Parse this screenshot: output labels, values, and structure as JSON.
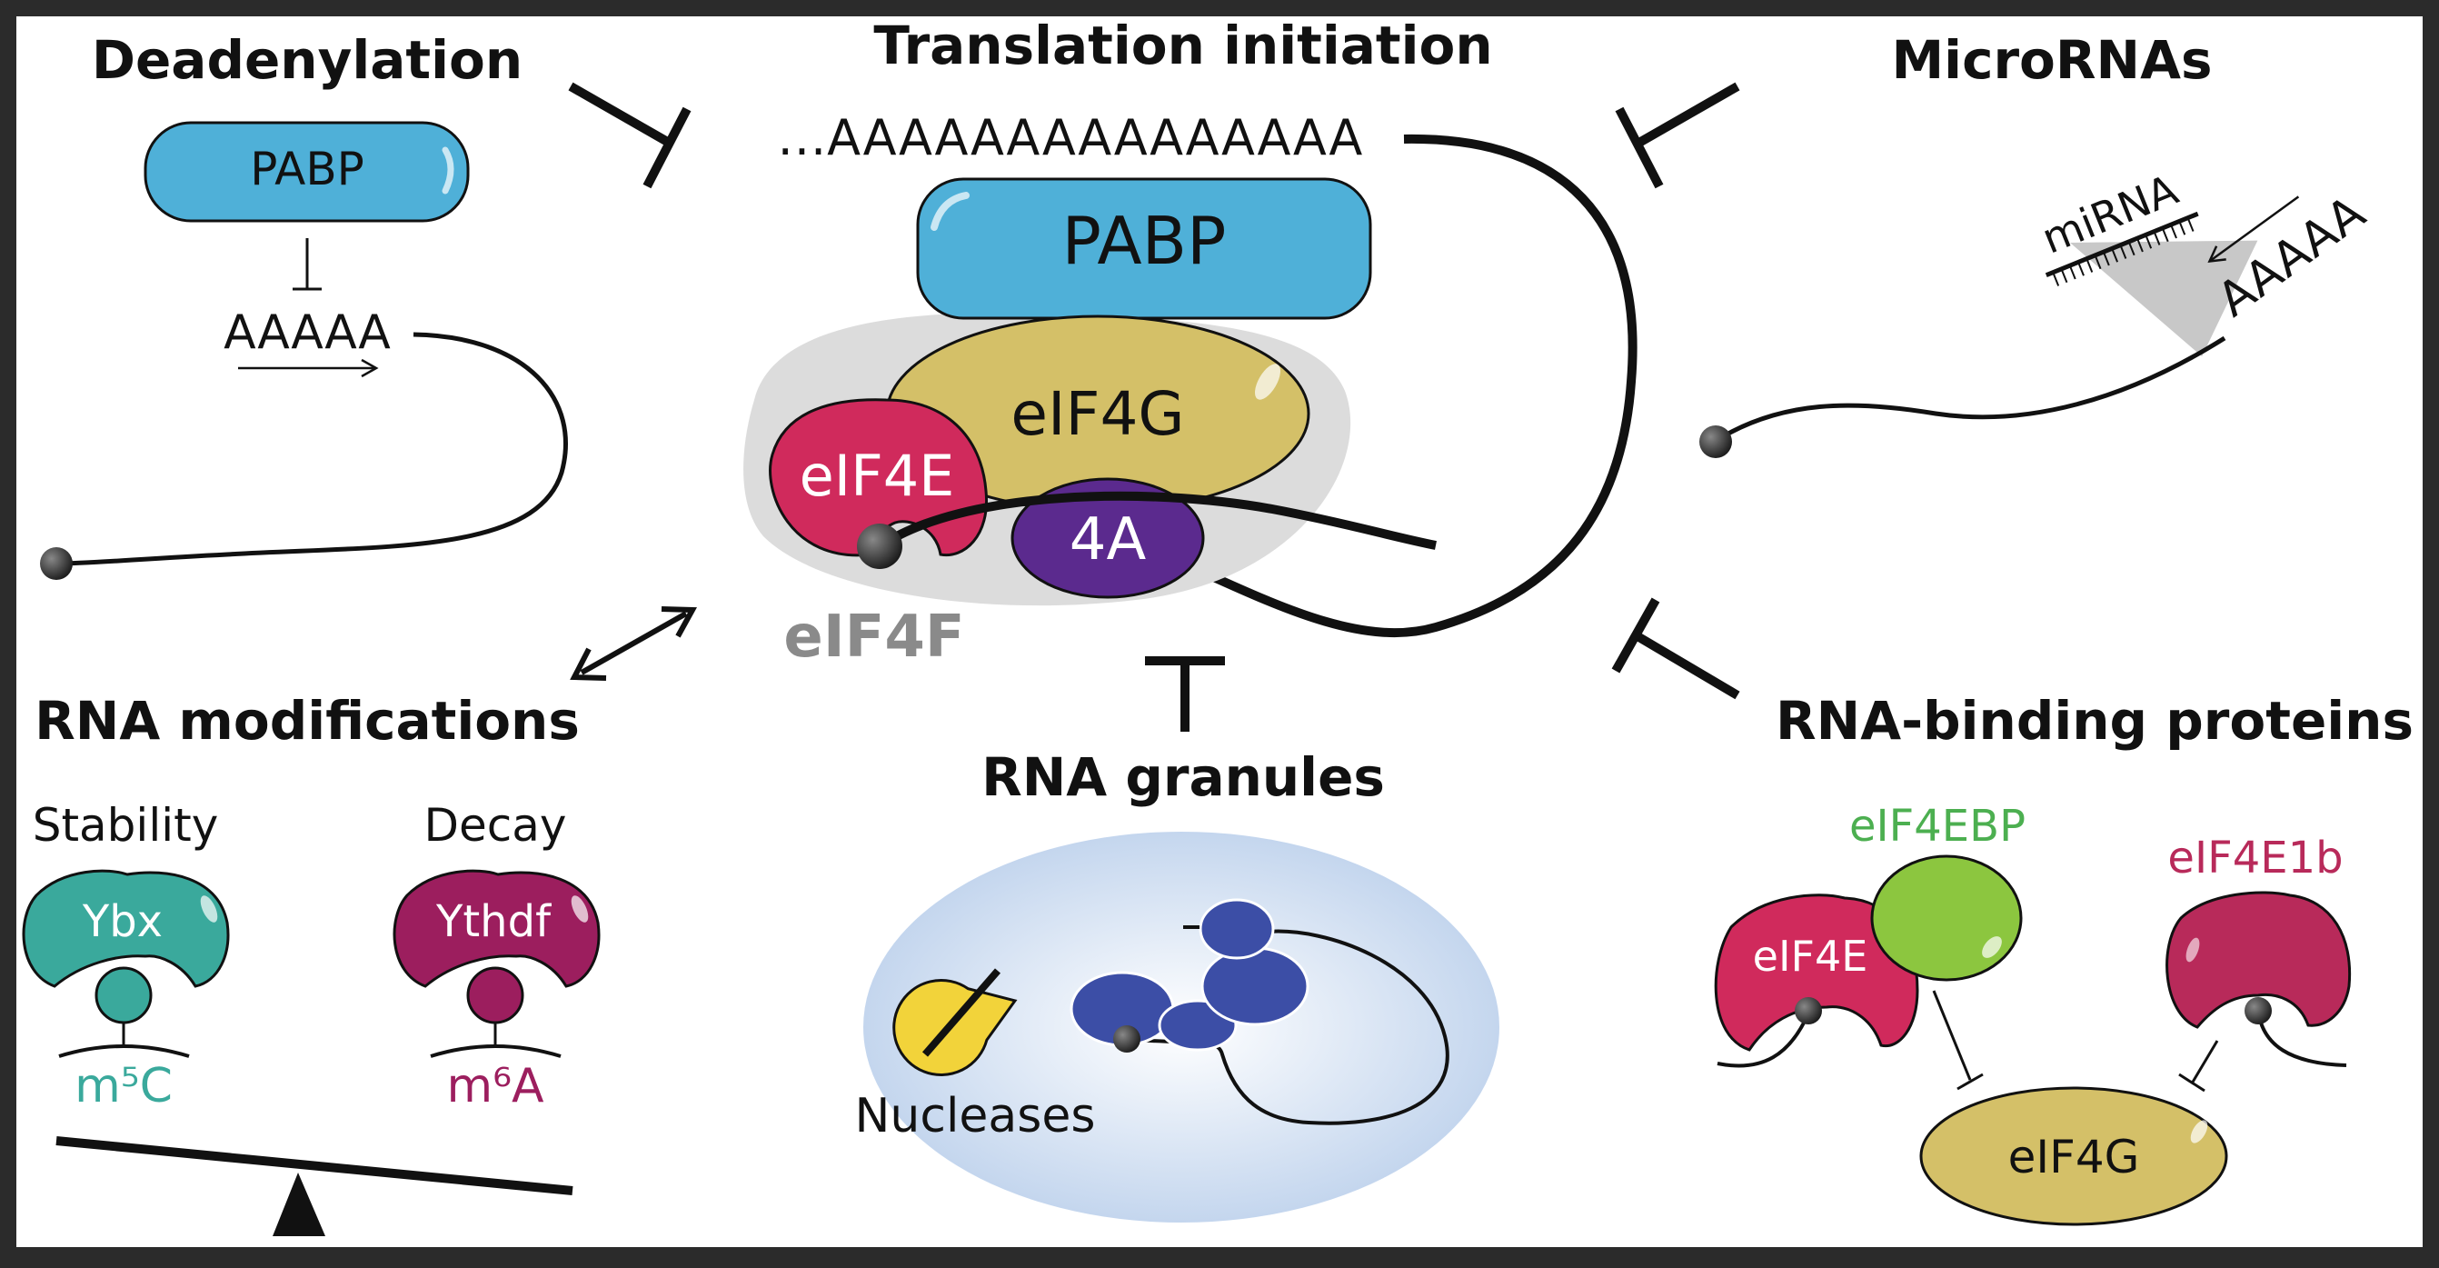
{
  "colors": {
    "background": "#ffffff",
    "frame": "#2b2b2b",
    "pabp": "#4fb0d8",
    "eif4g": "#d4c068",
    "eif4e": "#d02a5c",
    "eif4a": "#5b2a8e",
    "eif4f_cloud": "#dcdcdc",
    "ybx": "#3aa99c",
    "ythdf": "#9c1e5e",
    "eif4ebp": "#8cc63f",
    "eif4e1b": "#b82a5a",
    "granule": "#c9daf0",
    "ribosome": "#3c4ea6",
    "nuclease": "#f2d33a"
  },
  "translation": {
    "title": "Translation initiation",
    "polya": "...AAAAAAAAAAAAAAA",
    "pabp": "PABP",
    "eif4g": "eIF4G",
    "eif4e": "eIF4E",
    "eif4a": "4A",
    "eif4f": "eIF4F"
  },
  "deadenylation": {
    "title": "Deadenylation",
    "pabp": "PABP",
    "polya": "AAAAA"
  },
  "micrornas": {
    "title": "MicroRNAs",
    "mirna": "miRNA",
    "polya": "AAAAA"
  },
  "rna_modifications": {
    "title": "RNA modifications",
    "stability": "Stability",
    "decay": "Decay",
    "ybx": "Ybx",
    "ythdf": "Ythdf",
    "m5c": "m⁵C",
    "m6a": "m⁶A"
  },
  "rna_granules": {
    "title": "RNA granules",
    "nucleases": "Nucleases"
  },
  "rna_binding_proteins": {
    "title": "RNA-binding proteins",
    "eif4ebp": "eIF4EBP",
    "eif4e1b": "eIF4E1b",
    "eif4e": "eIF4E",
    "eif4g": "eIF4G"
  },
  "icons": [
    "inhibition-icon",
    "bidirectional-arrow-icon",
    "pacman-nuclease-icon",
    "balance-scale-icon"
  ]
}
